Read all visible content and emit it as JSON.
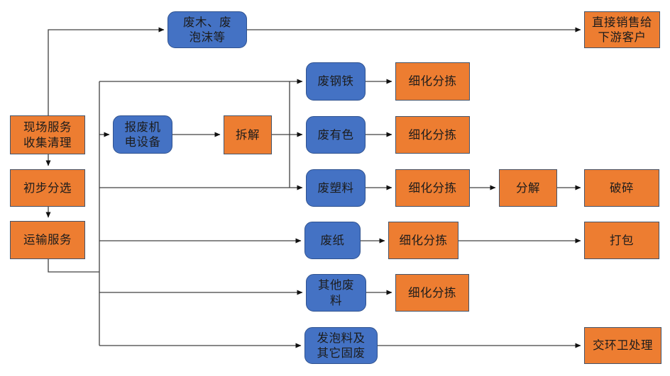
{
  "diagram": {
    "type": "flowchart",
    "language": "zh-CN",
    "colors": {
      "blue_node_fill": "#4472C4",
      "blue_node_border": "#2F528F",
      "orange_node_fill": "#ED7D31",
      "orange_node_border": "#44546A",
      "connector": "#404040",
      "text": "#1c1c1c",
      "background": "#ffffff"
    },
    "nodes": {
      "waste_wood_foam": {
        "label": "废木、废\n泡沫等",
        "shape": "rounded",
        "color": "blue"
      },
      "direct_sale": {
        "label": "直接销售给\n下游客户",
        "shape": "rect",
        "color": "orange"
      },
      "onsite_collection": {
        "label": "现场服务\n收集清理",
        "shape": "rect",
        "color": "orange"
      },
      "preliminary_sorting": {
        "label": "初步分选",
        "shape": "rect",
        "color": "orange"
      },
      "transport_service": {
        "label": "运输服务",
        "shape": "rect",
        "color": "orange"
      },
      "scrap_equipment": {
        "label": "报废机\n电设备",
        "shape": "rounded",
        "color": "blue"
      },
      "dismantle": {
        "label": "拆解",
        "shape": "rect",
        "color": "orange"
      },
      "waste_steel": {
        "label": "废钢铁",
        "shape": "rounded",
        "color": "blue"
      },
      "refine_sort_steel": {
        "label": "细化分拣",
        "shape": "rect",
        "color": "orange"
      },
      "waste_nonferrous": {
        "label": "废有色",
        "shape": "rounded",
        "color": "blue"
      },
      "refine_sort_nonferrous": {
        "label": "细化分拣",
        "shape": "rect",
        "color": "orange"
      },
      "waste_plastic": {
        "label": "废塑料",
        "shape": "rounded",
        "color": "blue"
      },
      "refine_sort_plastic": {
        "label": "细化分拣",
        "shape": "rect",
        "color": "orange"
      },
      "decompose": {
        "label": "分解",
        "shape": "rect",
        "color": "orange"
      },
      "crush": {
        "label": "破碎",
        "shape": "rect",
        "color": "orange"
      },
      "waste_paper": {
        "label": "废纸",
        "shape": "rounded",
        "color": "blue"
      },
      "refine_sort_paper": {
        "label": "细化分拣",
        "shape": "rect",
        "color": "orange"
      },
      "pack": {
        "label": "打包",
        "shape": "rect",
        "color": "orange"
      },
      "other_waste": {
        "label": "其他废\n料",
        "shape": "rounded",
        "color": "blue"
      },
      "refine_sort_other": {
        "label": "细化分拣",
        "shape": "rect",
        "color": "orange"
      },
      "foam_solid_waste": {
        "label": "发泡料及\n其它固废",
        "shape": "rounded",
        "color": "blue"
      },
      "sanitation": {
        "label": "交环卫处理",
        "shape": "rect",
        "color": "orange"
      }
    },
    "edges": [
      "现场服务收集清理 → 废木、废泡沫等",
      "废木、废泡沫等 → 直接销售给下游客户",
      "现场服务收集清理 → 初步分选",
      "初步分选 → 运输服务",
      "运输服务 → 主干线",
      "主干线 → 废钢铁",
      "主干线 → 报废机电设备",
      "报废机电设备 → 拆解",
      "拆解 → 废钢铁",
      "拆解 → 废有色",
      "拆解 → 废塑料",
      "主干线 → 废塑料",
      "主干线 → 废纸",
      "主干线 → 其他废料",
      "主干线 → 发泡料及其它固废",
      "废钢铁 → 细化分拣",
      "废有色 → 细化分拣",
      "废塑料 → 细化分拣",
      "细化分拣 → 分解",
      "分解 → 破碎",
      "废纸 → 细化分拣",
      "细化分拣 → 打包",
      "其他废料 → 细化分拣",
      "发泡料及其它固废 → 交环卫处理"
    ]
  }
}
